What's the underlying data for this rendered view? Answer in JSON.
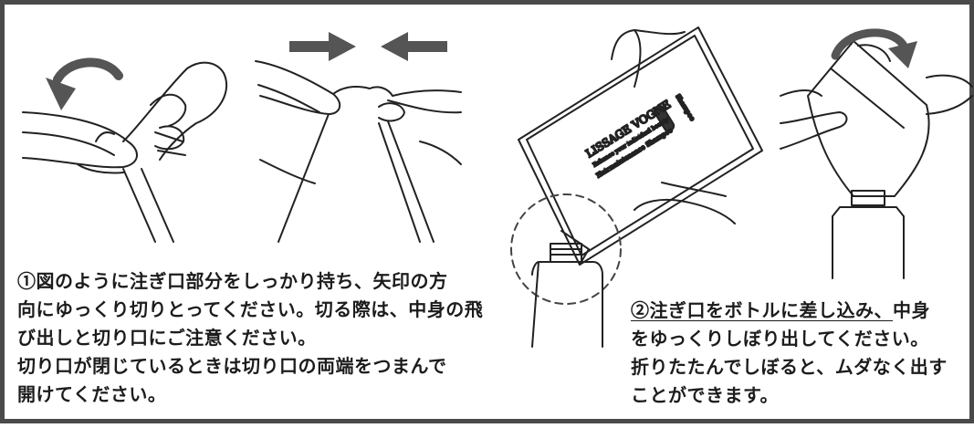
{
  "step1": {
    "lines": [
      "①図のように注ぎ口部分をしっかり持ち、矢印の方",
      "向にゆっくり切りとってください。切る際は、中身の飛",
      "び出しと切り口にご注意ください。",
      "切り口が閉じているときは切り口の両端をつまんで",
      "開けてください。"
    ]
  },
  "step2": {
    "underlined": "②注ぎ口をボトルに差し込み、",
    "lines": [
      "中身",
      "をゆっくりしぼり出してください。",
      "折りたたんでしぼると、ムダなく出す",
      "ことができます。"
    ]
  },
  "package": {
    "brand": "LISSAGE VOGNE",
    "tagline": "Enhance your individual beauty",
    "product": "Hairmaintenance Shampoo",
    "side_label": "Shampoo"
  },
  "colors": {
    "border": "#4a4a4a",
    "ink": "#1c1c1c",
    "arrow": "#555555"
  }
}
